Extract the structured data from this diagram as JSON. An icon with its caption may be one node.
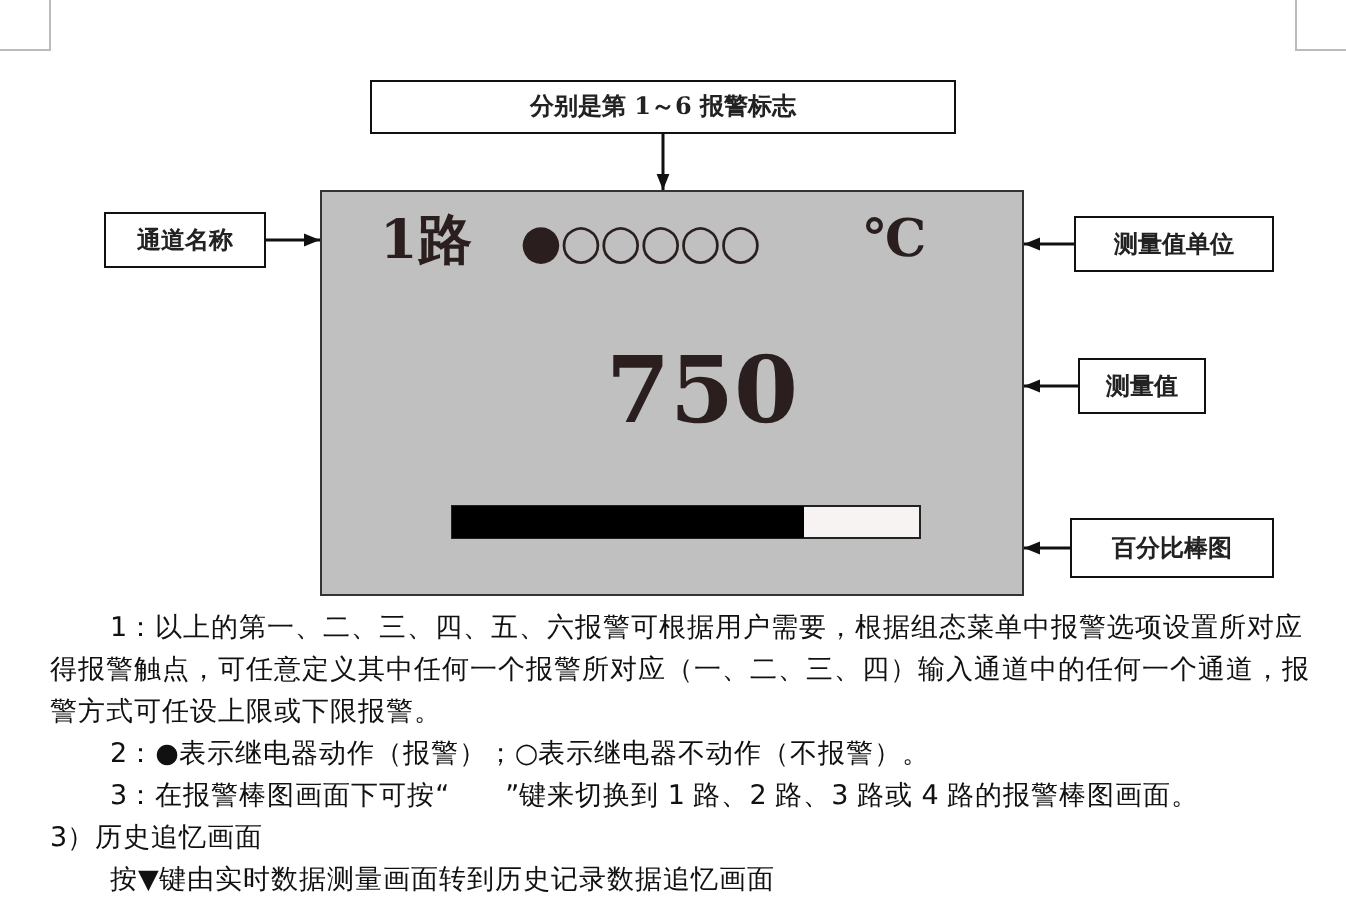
{
  "diagram": {
    "nodes": [
      {
        "text": [],
        "shape": "box"
      },
      {
        "text": [
          "分别是第 1～6 报警标志"
        ]
      },
      {
        "text": [
          "通道名称"
        ]
      },
      {
        "text": [
          "测量值单位"
        ]
      },
      {
        "text": [
          "测量值"
        ]
      },
      {
        "text": [
          "百分比棒图"
        ]
      }
    ],
    "edges": [
      {
        "from": 1,
        "to": 0,
        "arrow": "to"
      },
      {
        "from": 2,
        "to": 0,
        "arrow": "to"
      },
      {
        "from": 3,
        "to": 0,
        "arrow": "to"
      },
      {
        "from": 4,
        "to": 0,
        "arrow": "to"
      },
      {
        "from": 5,
        "to": 0,
        "arrow": "to"
      }
    ],
    "labels": [
      "1路",
      "●○○○○○",
      "℃",
      "750",
      "1：以上的第一、二、三、四、五、六报警可根据用户需要，根据组态菜单中报警选项设置所对应得报警触点，可任意定义其中任何一个报警所对应（一、二、三、四）输入通道中的任何一个通道，报警方式可任设上限或下限报警。",
      "2：●表示继电器动作（报警）；○表示继电器不动作（不报警）。",
      "3：在报警棒图画面下可按“　　”键来切换到 1 路、2 路、3 路或 4 路的报警棒图画面。",
      "3）历史追忆画面",
      "按▼键由实时数据测量画面转到历史记录数据追忆画面"
    ]
  }
}
